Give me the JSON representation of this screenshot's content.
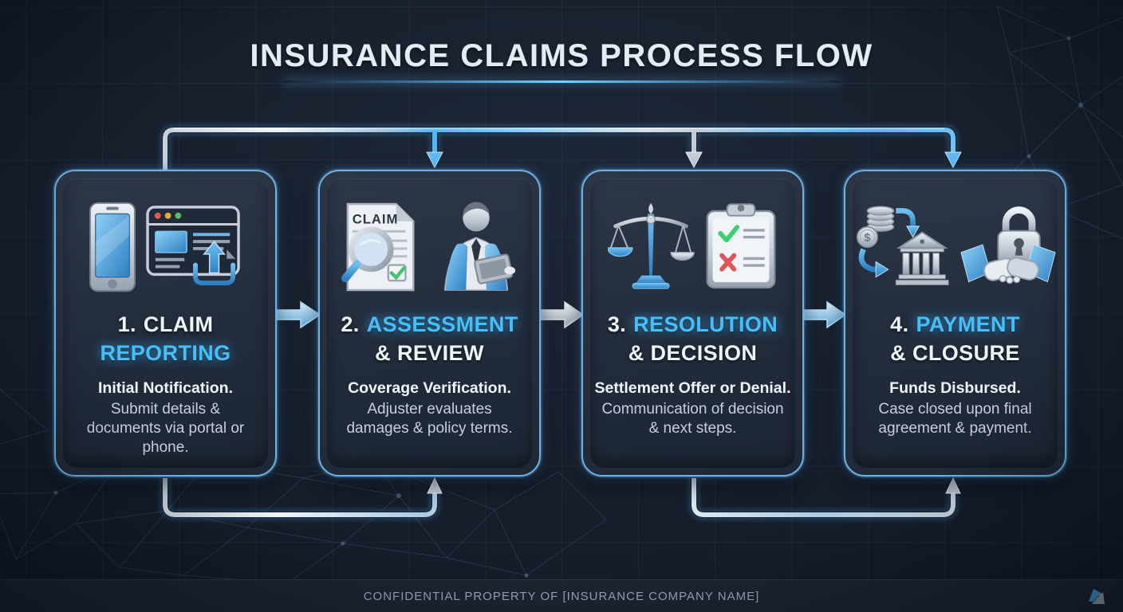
{
  "page": {
    "title": "INSURANCE CLAIMS PROCESS FLOW",
    "footer": "CONFIDENTIAL PROPERTY OF [INSURANCE COMPANY NAME]"
  },
  "colors": {
    "background": "#161e2b",
    "card_border": "#6cb0e4",
    "accent_blue": "#49bdf6",
    "silver": "#c6cfd9",
    "title_text": "#e4ebf3",
    "body_text": "#c6cfdb",
    "footer_bar": "#1d2432"
  },
  "steps": [
    {
      "num": "1.",
      "title_plain": "CLAIM",
      "title_accent": "REPORTING",
      "lead": "Initial Notification.",
      "body": "Submit details & documents via portal or phone.",
      "icons": [
        "smartphone-icon",
        "browser-upload-icon"
      ]
    },
    {
      "num": "2.",
      "title_accent": "ASSESSMENT",
      "title_plain": "& REVIEW",
      "lead": "Coverage Verification.",
      "body": "Adjuster evaluates damages & policy terms.",
      "icon_label": "CLAIM",
      "icons": [
        "claim-document-magnifier-icon",
        "adjuster-tablet-icon"
      ]
    },
    {
      "num": "3.",
      "title_accent": "RESOLUTION",
      "title_plain": "& DECISION",
      "lead": "Settlement Offer or Denial.",
      "body": "Communication of decision & next steps.",
      "icons": [
        "balance-scale-icon",
        "decision-clipboard-icon"
      ]
    },
    {
      "num": "4.",
      "title_accent": "PAYMENT",
      "title_plain": "& CLOSURE",
      "lead": "Funds Disbursed.",
      "body": "Case closed upon final agreement & payment.",
      "icon_dollar_symbol": "$",
      "icons": [
        "funds-bank-icon",
        "handshake-lock-icon"
      ]
    }
  ]
}
